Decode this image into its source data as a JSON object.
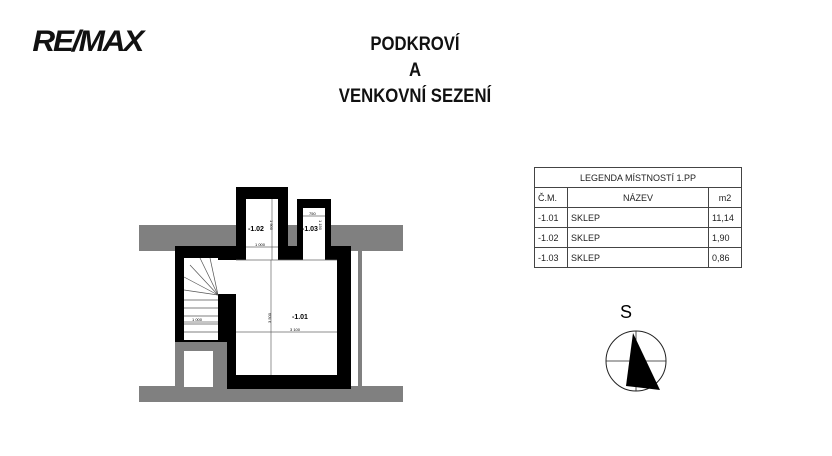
{
  "logo": "RE/MAX",
  "title": {
    "line1": "PODKROVÍ",
    "line2": "A",
    "line3": "VENKOVNÍ SEZENÍ"
  },
  "rooms": [
    {
      "id": "-1.01",
      "dims": [
        "3 500",
        "3 100"
      ]
    },
    {
      "id": "-1.02",
      "dims": [
        "1 900",
        "1 000"
      ]
    },
    {
      "id": "-1.03",
      "dims": [
        "1 150",
        "750"
      ]
    }
  ],
  "stair_dim": "1 000",
  "legend": {
    "title": "LEGENDA MÍSTNOSTÍ 1.PP",
    "headers": [
      "Č.M.",
      "NÁZEV",
      "m2"
    ],
    "rows": [
      [
        "-1.01",
        "SKLEP",
        "11,14"
      ],
      [
        "-1.02",
        "SKLEP",
        "1,90"
      ],
      [
        "-1.03",
        "SKLEP",
        "0,86"
      ]
    ]
  },
  "compass": {
    "label": "S"
  }
}
